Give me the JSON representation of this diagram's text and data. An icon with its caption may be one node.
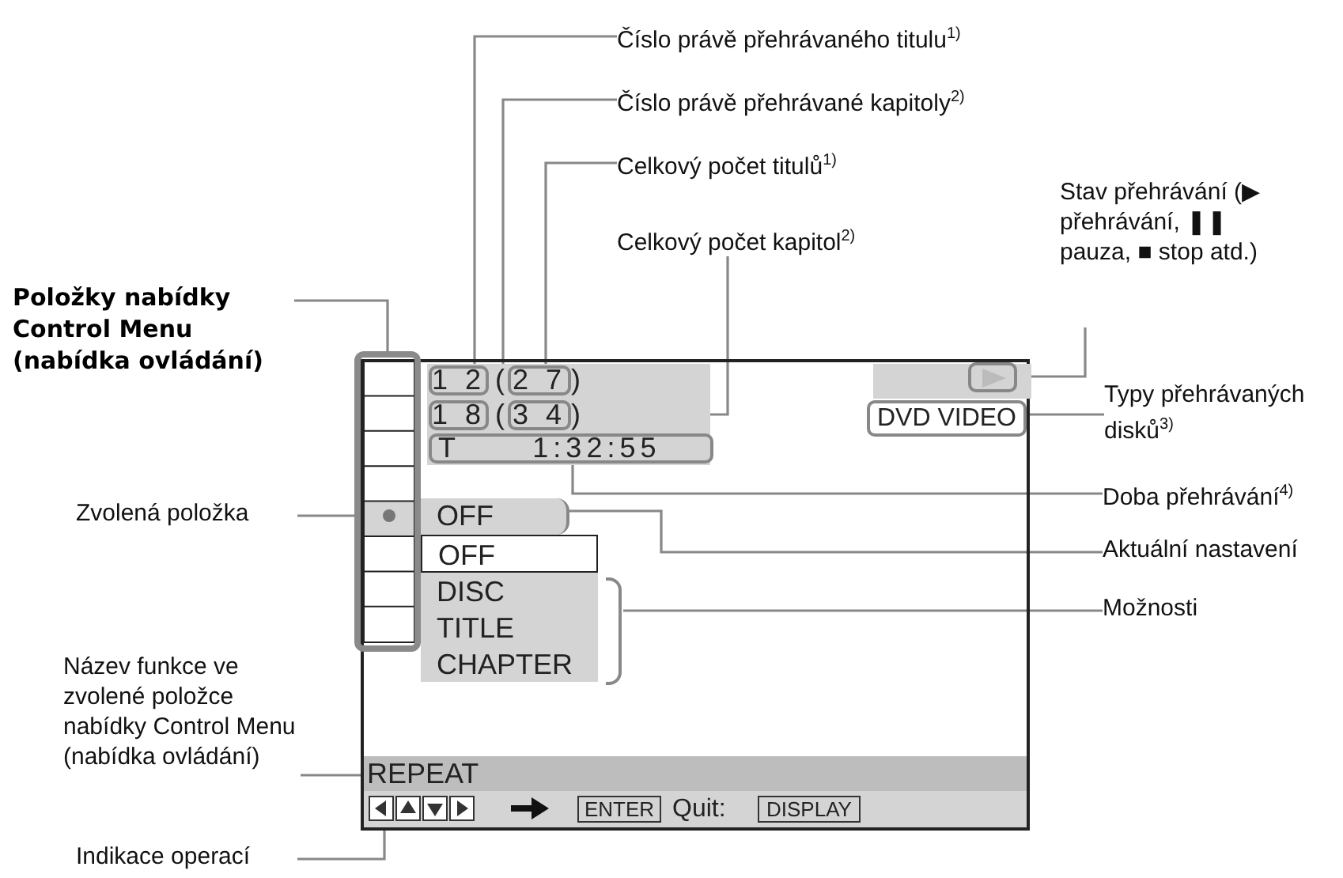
{
  "diagram": {
    "nodes": [
      {
        "text": [],
        "shape": "box"
      },
      {
        "text": [],
        "shape": "box",
        "in": 0
      },
      {
        "text": [
          "1 2"
        ],
        "in": 0
      },
      {
        "text": [
          "2 7"
        ],
        "in": 0
      },
      {
        "text": [
          "1 8"
        ],
        "in": 0
      },
      {
        "text": [
          "3 4"
        ],
        "in": 0
      },
      {
        "text": [
          "T 1:32:55"
        ],
        "in": 0
      },
      {
        "text": [],
        "shape": "box",
        "in": 0
      },
      {
        "text": [
          "DVD VIDEO"
        ],
        "in": 0
      },
      {
        "text": [],
        "shape": "circle",
        "in": 1
      },
      {
        "text": [
          "OFF"
        ],
        "in": 0
      },
      {
        "text": [
          "OFF",
          "DISC",
          "TITLE",
          "CHAPTER"
        ],
        "in": 0
      },
      {
        "text": [
          "REPEAT"
        ],
        "in": 0
      },
      {
        "text": [],
        "shape": "bar",
        "in": 0
      },
      {
        "text": [
          "ENTER"
        ],
        "in": 13
      },
      {
        "text": [
          "DISPLAY"
        ],
        "in": 13
      },
      {
        "text": [
          "Položky nabídky Control Menu (nabídka ovládání)"
        ]
      },
      {
        "text": [
          "Číslo právě přehrávaného titulu$^{1)}$"
        ]
      },
      {
        "text": [
          "Číslo právě přehrávané kapitoly$^{2)}$"
        ]
      },
      {
        "text": [
          "Celkový počet titulů$^{1)}$"
        ]
      },
      {
        "text": [
          "Celkový počet kapitol$^{2)}$"
        ]
      },
      {
        "text": [
          "Stav přehrávání (▶ přehrávání, ❚❚ pauza, ■ stop atd.)"
        ]
      },
      {
        "text": [
          "Typy přehrávaných disků$^{3)}$"
        ]
      },
      {
        "text": [
          "Doba přehrávání$^{4)}$"
        ]
      },
      {
        "text": [
          "Zvolená položka"
        ]
      },
      {
        "text": [
          "Aktuální nastavení"
        ]
      },
      {
        "text": [
          "Možnosti"
        ]
      },
      {
        "text": [
          "Název funkce ve zvolené položce nabídky Control Menu (nabídka ovládání)"
        ]
      },
      {
        "text": [
          "Indikace operací"
        ]
      }
    ],
    "edges": [
      {
        "from": 16,
        "to": 1,
        "arrow": "none"
      },
      {
        "from": 17,
        "to": 2,
        "arrow": "none"
      },
      {
        "from": 18,
        "to": 4,
        "arrow": "none"
      },
      {
        "from": 19,
        "to": 3,
        "arrow": "none"
      },
      {
        "from": 20,
        "to": 5,
        "arrow": "none"
      },
      {
        "from": 21,
        "to": 7,
        "arrow": "none"
      },
      {
        "from": 22,
        "to": 8,
        "arrow": "none"
      },
      {
        "from": 23,
        "to": 6,
        "arrow": "none"
      },
      {
        "from": 24,
        "to": 9,
        "arrow": "none"
      },
      {
        "from": 25,
        "to": 10,
        "arrow": "none"
      },
      {
        "from": 26,
        "to": 11,
        "arrow": "none"
      },
      {
        "from": 27,
        "to": 12,
        "arrow": "none"
      },
      {
        "from": 28,
        "to": 13,
        "arrow": "none"
      }
    ],
    "labels": [
      "(",
      ")",
      "(",
      ")",
      "Quit:"
    ]
  }
}
